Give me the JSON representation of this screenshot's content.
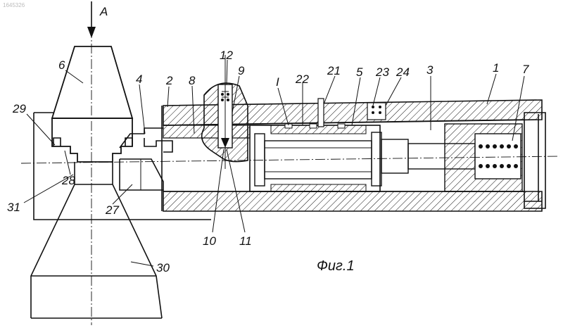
{
  "figure": {
    "caption": "Фиг.1",
    "view_arrow_label": "A",
    "section_label": "I",
    "corner_mark": "1645326"
  },
  "callouts": [
    {
      "id": "c1",
      "text": "1"
    },
    {
      "id": "c2",
      "text": "2"
    },
    {
      "id": "c3",
      "text": "3"
    },
    {
      "id": "c4",
      "text": "4"
    },
    {
      "id": "c5",
      "text": "5"
    },
    {
      "id": "c6",
      "text": "6"
    },
    {
      "id": "c7",
      "text": "7"
    },
    {
      "id": "c8",
      "text": "8"
    },
    {
      "id": "c9",
      "text": "9"
    },
    {
      "id": "c10",
      "text": "10"
    },
    {
      "id": "c11",
      "text": "11"
    },
    {
      "id": "c12",
      "text": "12"
    },
    {
      "id": "c21",
      "text": "21"
    },
    {
      "id": "c22",
      "text": "22"
    },
    {
      "id": "c23",
      "text": "23"
    },
    {
      "id": "c24",
      "text": "24"
    },
    {
      "id": "c27",
      "text": "27"
    },
    {
      "id": "c28",
      "text": "28"
    },
    {
      "id": "c29",
      "text": "29"
    },
    {
      "id": "c30",
      "text": "30"
    },
    {
      "id": "c31",
      "text": "31"
    }
  ]
}
